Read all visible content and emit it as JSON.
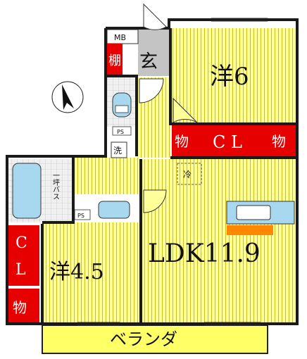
{
  "rooms": {
    "western_6": "洋6",
    "western_45": "洋4.5",
    "ldk": "LDK11.9",
    "entrance": "玄",
    "veranda": "ベランダ"
  },
  "storage": {
    "cl_upper": "C L",
    "cl_left_c": "C",
    "cl_left_l": "L",
    "mono_left": "物",
    "mono_right": "物",
    "mono_lower_left": "物",
    "shelf": "棚"
  },
  "fixtures": {
    "mb": "MB",
    "ps_upper": "PS",
    "ps_lower": "PS",
    "washer": "洗",
    "fridge": "冷",
    "unit_bath": "一坪バス"
  },
  "colors": {
    "floor_yellow": "#ffff99",
    "floor_lines": "#c8a800",
    "storage_red": "#e60000",
    "wet_blue": "#a8d8f0",
    "wet_tile": "#dcdcdc",
    "entrance_gray": "#c4c4c4",
    "veranda": "#ffff66",
    "counter_orange": "#ff8800",
    "wall": "#1a1a1a"
  }
}
